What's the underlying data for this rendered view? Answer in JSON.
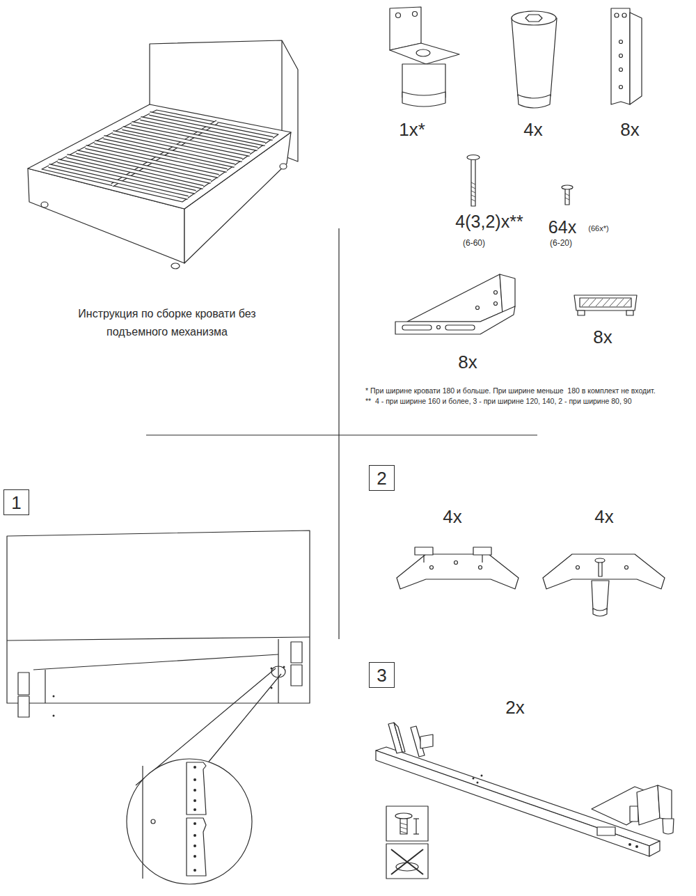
{
  "diagram": {
    "title": "Инструкция по сборке кровати без подъемного механизма",
    "nodes": [
      {
        "text": [
          "1"
        ]
      },
      {
        "text": [
          "2"
        ]
      },
      {
        "text": [
          "3"
        ]
      }
    ],
    "labels": [
      "1x*",
      "4x",
      "8x",
      "4(3,2)x**",
      "(6-60)",
      "64x",
      "(66x*)",
      "(6-20)",
      "8x",
      "8x",
      "* При ширине кровати 180 и больше. При ширине меньше  180 в комплект не входит.",
      "**  4 - при ширине 160 и более, 3 - при ширине 120, 140, 2 - при ширине 80, 90",
      "4x",
      "4x",
      "2x"
    ]
  }
}
